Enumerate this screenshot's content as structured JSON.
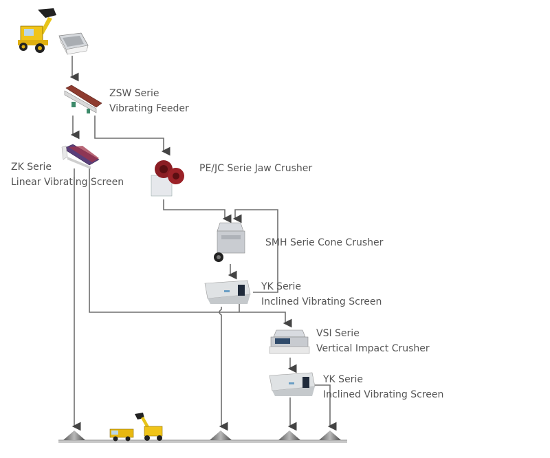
{
  "diagram": {
    "title": "Stone Crushing Production Line Flow",
    "nodes": [
      {
        "id": "loader-top",
        "icon": "wheel-loader-icon",
        "label": ""
      },
      {
        "id": "hopper",
        "icon": "hopper-icon",
        "label": ""
      },
      {
        "id": "feeder",
        "icon": "vibrating-feeder-icon",
        "line1": "ZSW Serie",
        "line2": "Vibrating Feeder"
      },
      {
        "id": "zk-screen",
        "icon": "linear-screen-icon",
        "line1": "ZK Serie",
        "line2": "Linear Vibrating Screen"
      },
      {
        "id": "jaw",
        "icon": "jaw-crusher-icon",
        "line1": "PE/JC Serie Jaw Crusher"
      },
      {
        "id": "cone",
        "icon": "cone-crusher-icon",
        "line1": "SMH Serie Cone Crusher"
      },
      {
        "id": "yk1",
        "icon": "inclined-screen-icon",
        "line1": "YK Serie",
        "line2": "Inclined Vibrating Screen"
      },
      {
        "id": "vsi",
        "icon": "vsi-crusher-icon",
        "line1": "VSI Serie",
        "line2": "Vertical Impact Crusher"
      },
      {
        "id": "yk2",
        "icon": "inclined-screen-icon",
        "line1": "YK Serie",
        "line2": "Inclined Vibrating Screen"
      },
      {
        "id": "truck-loader",
        "icon": "truck-and-loader-icon",
        "label": ""
      }
    ],
    "stockpiles": 4,
    "edges": [
      [
        "hopper",
        "feeder"
      ],
      [
        "feeder",
        "zk-screen"
      ],
      [
        "feeder",
        "jaw"
      ],
      [
        "jaw",
        "cone"
      ],
      [
        "yk1",
        "cone"
      ],
      [
        "cone",
        "yk1"
      ],
      [
        "zk-screen",
        "vsi"
      ],
      [
        "yk1",
        "vsi"
      ],
      [
        "vsi",
        "yk2"
      ],
      [
        "zk-screen",
        "stockpile-1"
      ],
      [
        "yk1",
        "stockpile-2"
      ],
      [
        "yk2",
        "stockpile-3"
      ],
      [
        "yk2",
        "stockpile-4"
      ]
    ]
  }
}
